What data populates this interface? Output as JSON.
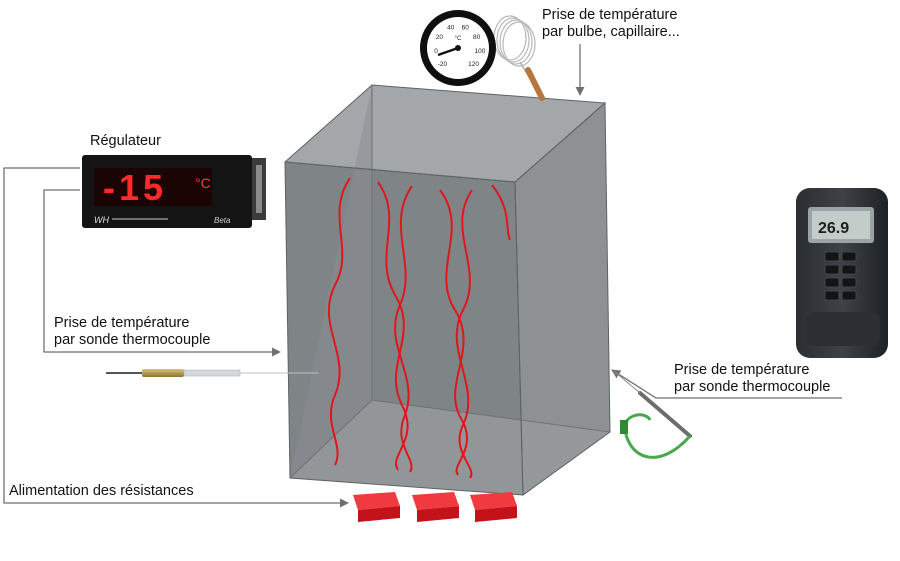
{
  "labels": {
    "regulator": "Régulateur",
    "bulb_probe": [
      "Prise de température",
      "par bulbe, capillaire..."
    ],
    "left_thermocouple": [
      "Prise de température",
      "par sonde thermocouple"
    ],
    "right_thermocouple": [
      "Prise de température",
      "par sonde thermocouple"
    ],
    "heaters": "Alimentation des résistances"
  },
  "regulator_display": {
    "reading": "-15",
    "unit": "°C",
    "model": "WH",
    "brand": "Beta"
  },
  "handheld_reading": "26.9",
  "dial": {
    "ticks": [
      "-20",
      "0",
      "20",
      "40",
      "60",
      "80",
      "100",
      "120"
    ],
    "unit": "°C"
  },
  "colors": {
    "box_dark": "#7d8286",
    "box_mid": "#8f9396",
    "box_light": "#a7aaad",
    "heating_coil": "#e0161e",
    "heater_block": "#e41c24",
    "display_digits": "#ff2a2a",
    "leader_line": "#6f6f6f"
  }
}
